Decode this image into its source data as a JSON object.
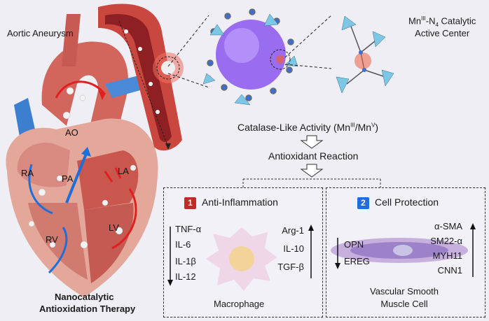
{
  "heart": {
    "title": "Aortic Aneurysm",
    "labels": {
      "ao": "AO",
      "ra": "RA",
      "pa": "PA",
      "la": "LA",
      "rv": "RV",
      "lv": "LV"
    },
    "therapy_line1": "Nanocatalytic",
    "therapy_line2": "Antioxidation Therapy"
  },
  "catalyst": {
    "center_line1_prefix": "Mn",
    "center_line1_sup": "III",
    "center_line1_mid": "-N",
    "center_line1_sub": "4",
    "center_line1_suffix": " Catalytic",
    "center_line2": "Active Center",
    "activity_prefix": "Catalase-Like Activity (Mn",
    "activity_sup1": "III",
    "activity_mid": "/Mn",
    "activity_sup2": "V",
    "activity_suffix": ")",
    "reaction": "Antioxidant Reaction"
  },
  "panel1": {
    "number": "1",
    "title": "Anti-Inflammation",
    "down_markers": [
      "TNF-α",
      "IL-6",
      "IL-1β",
      "IL-12"
    ],
    "up_markers": [
      "Arg-1",
      "IL-10",
      "TGF-β"
    ],
    "cell": "Macrophage"
  },
  "panel2": {
    "number": "2",
    "title": "Cell Protection",
    "down_markers": [
      "OPN",
      "EREG"
    ],
    "up_markers": [
      "α-SMA",
      "SM22-α",
      "MYH11",
      "CNN1"
    ],
    "cell_line1": "Vascular Smooth",
    "cell_line2": "Muscle Cell"
  },
  "colors": {
    "badge1": "#c62828",
    "badge2": "#1e6fd9",
    "aorta": "#c9473f",
    "nanoparticle": "#9a6cf0"
  }
}
